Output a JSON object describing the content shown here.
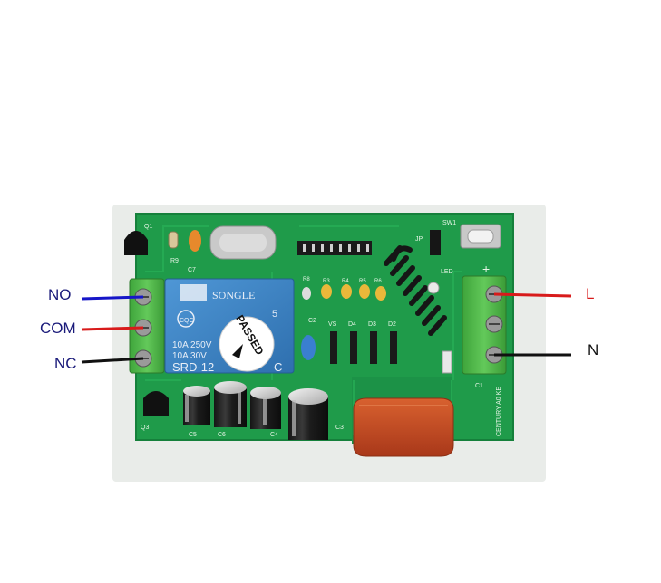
{
  "wire_labels": {
    "no": "NO",
    "com": "COM",
    "nc": "NC",
    "l": "L",
    "n": "N"
  },
  "relay": {
    "brand": "SONGLE",
    "model": "SRD-12",
    "rating_line1": "10A 250V",
    "rating_line2": "10A 30V",
    "passed_stamp": "PASSED",
    "cqc": "CQC",
    "pin_number": "5",
    "dc_suffix": "C"
  },
  "board_silkscreen": {
    "q1": "Q1",
    "r9": "R9",
    "c7": "C7",
    "sw1": "SW1",
    "jp": "JP",
    "led": "LED",
    "c2": "C2",
    "vs": "VS",
    "d4": "D4",
    "d3": "D3",
    "d2": "D2",
    "r3": "R3",
    "r4": "R4",
    "r5": "R5",
    "r6": "R6",
    "r8": "R8",
    "c1": "C1",
    "c3": "C3",
    "c4": "C4",
    "c5": "C5",
    "c6": "C6",
    "q3": "Q3",
    "plus": "+",
    "century": "CENTURY A0 KE"
  },
  "colors": {
    "pcb": "#1f9b4a",
    "pcb_dark": "#15803b",
    "terminal": "#4cb848",
    "relay_blue": "#3d84c6",
    "wire_no": "#1616c8",
    "wire_com": "#d81b1b",
    "wire_nc": "#111111",
    "wire_l": "#d81b1b",
    "wire_n": "#111111",
    "label_text": "#1a1a7a",
    "x2_cap": "#c0461f"
  }
}
